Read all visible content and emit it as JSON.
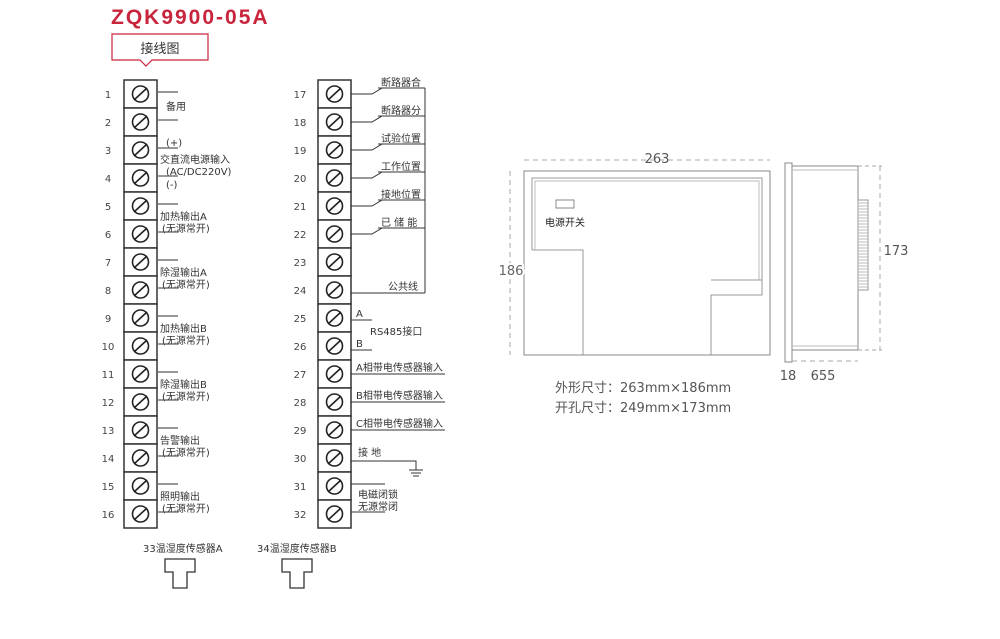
{
  "header": {
    "model": "ZQK9900-05A",
    "tag": "接线图",
    "accent_color": "#c8253d"
  },
  "left_block": {
    "terminals": [
      "1",
      "2",
      "3",
      "4",
      "5",
      "6",
      "7",
      "8",
      "9",
      "10",
      "11",
      "12",
      "13",
      "14",
      "15",
      "16"
    ],
    "labels": [
      {
        "lines": [
          "备用"
        ]
      },
      {
        "lines": [
          "(+)",
          "交直流电源输入",
          "(AC/DC220V)",
          "(-)"
        ]
      },
      {
        "lines": [
          "加热输出A",
          "(无源常开)"
        ]
      },
      {
        "lines": [
          "除湿输出A",
          "(无源常开)"
        ]
      },
      {
        "lines": [
          "加热输出B",
          "(无源常开)"
        ]
      },
      {
        "lines": [
          "除湿输出B",
          "(无源常开)"
        ]
      },
      {
        "lines": [
          "告警输出",
          "(无源常开)"
        ]
      },
      {
        "lines": [
          "照明输出",
          "(无源常开)"
        ]
      }
    ]
  },
  "right_block": {
    "terminals": [
      "17",
      "18",
      "19",
      "20",
      "21",
      "22",
      "23",
      "24",
      "25",
      "26",
      "27",
      "28",
      "29",
      "30",
      "31",
      "32"
    ],
    "switch_labels": [
      "断路器合",
      "断路器分",
      "试验位置",
      "工作位置",
      "接地位置",
      "已 储 能"
    ],
    "common": "公共线",
    "rs485": {
      "a": "A",
      "b": "B",
      "label": "RS485接口"
    },
    "sensor_inputs": [
      "A相带电传感器输入",
      "B相带电传感器输入",
      "C相带电传感器输入"
    ],
    "ground": "接  地",
    "lock": [
      "电磁闭锁",
      "无源常闭"
    ]
  },
  "sensors": [
    "33温湿度传感器A",
    "34温湿度传感器B"
  ],
  "dimensions": {
    "width": "263",
    "height": "186",
    "cutout_height": "173",
    "depth_front": "18",
    "depth_body": "655",
    "switch_label": "电源开关",
    "outer_size": "外形尺寸：263mm×186mm",
    "cutout_size": "开孔尺寸：249mm×173mm"
  }
}
